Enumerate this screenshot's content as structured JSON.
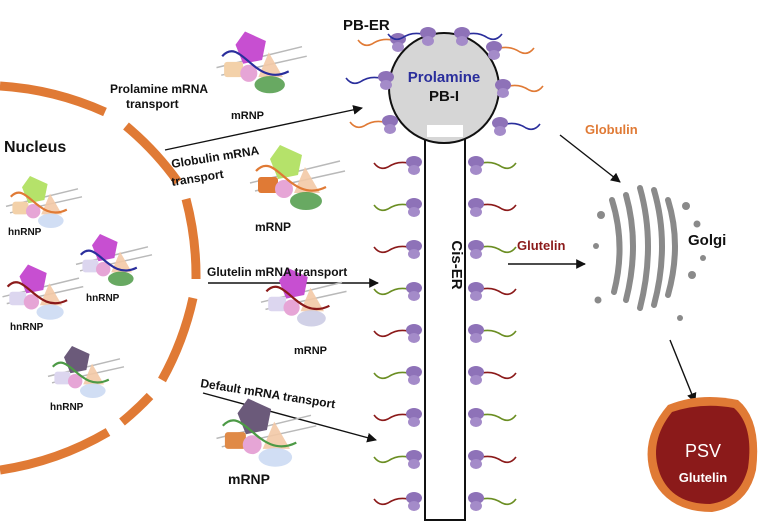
{
  "labels": {
    "pb_er": "PB-ER",
    "prolamine": "Prolamine",
    "pb_i": "PB-I",
    "nucleus": "Nucleus",
    "cis_er": "Cis-ER",
    "globulin_out": "Globulin",
    "glutelin_out": "Glutelin",
    "golgi": "Golgi",
    "psv": "PSV",
    "psv_glutelin": "Glutelin",
    "prolamine_transport_1": "Prolamine mRNA",
    "prolamine_transport_2": "transport",
    "globulin_transport_1": "Globulin mRNA",
    "globulin_transport_2": "transport",
    "glutelin_transport": "Glutelin  mRNA transport",
    "default_transport": "Default mRNA transport",
    "mrnp": "mRNP",
    "hnrnp": "hnRNP"
  },
  "colors": {
    "nucleus_envelope": "#e07a35",
    "er_bulb": "#d6d6d6",
    "ribosome": "#8e72b8",
    "prolamine_text": "#2a2e9c",
    "globulin_text": "#e07a35",
    "glutelin_text": "#8b1a1a",
    "psv_fill": "#8b1a1a",
    "psv_rim": "#e07a35",
    "golgi": "#8a8a8a"
  }
}
